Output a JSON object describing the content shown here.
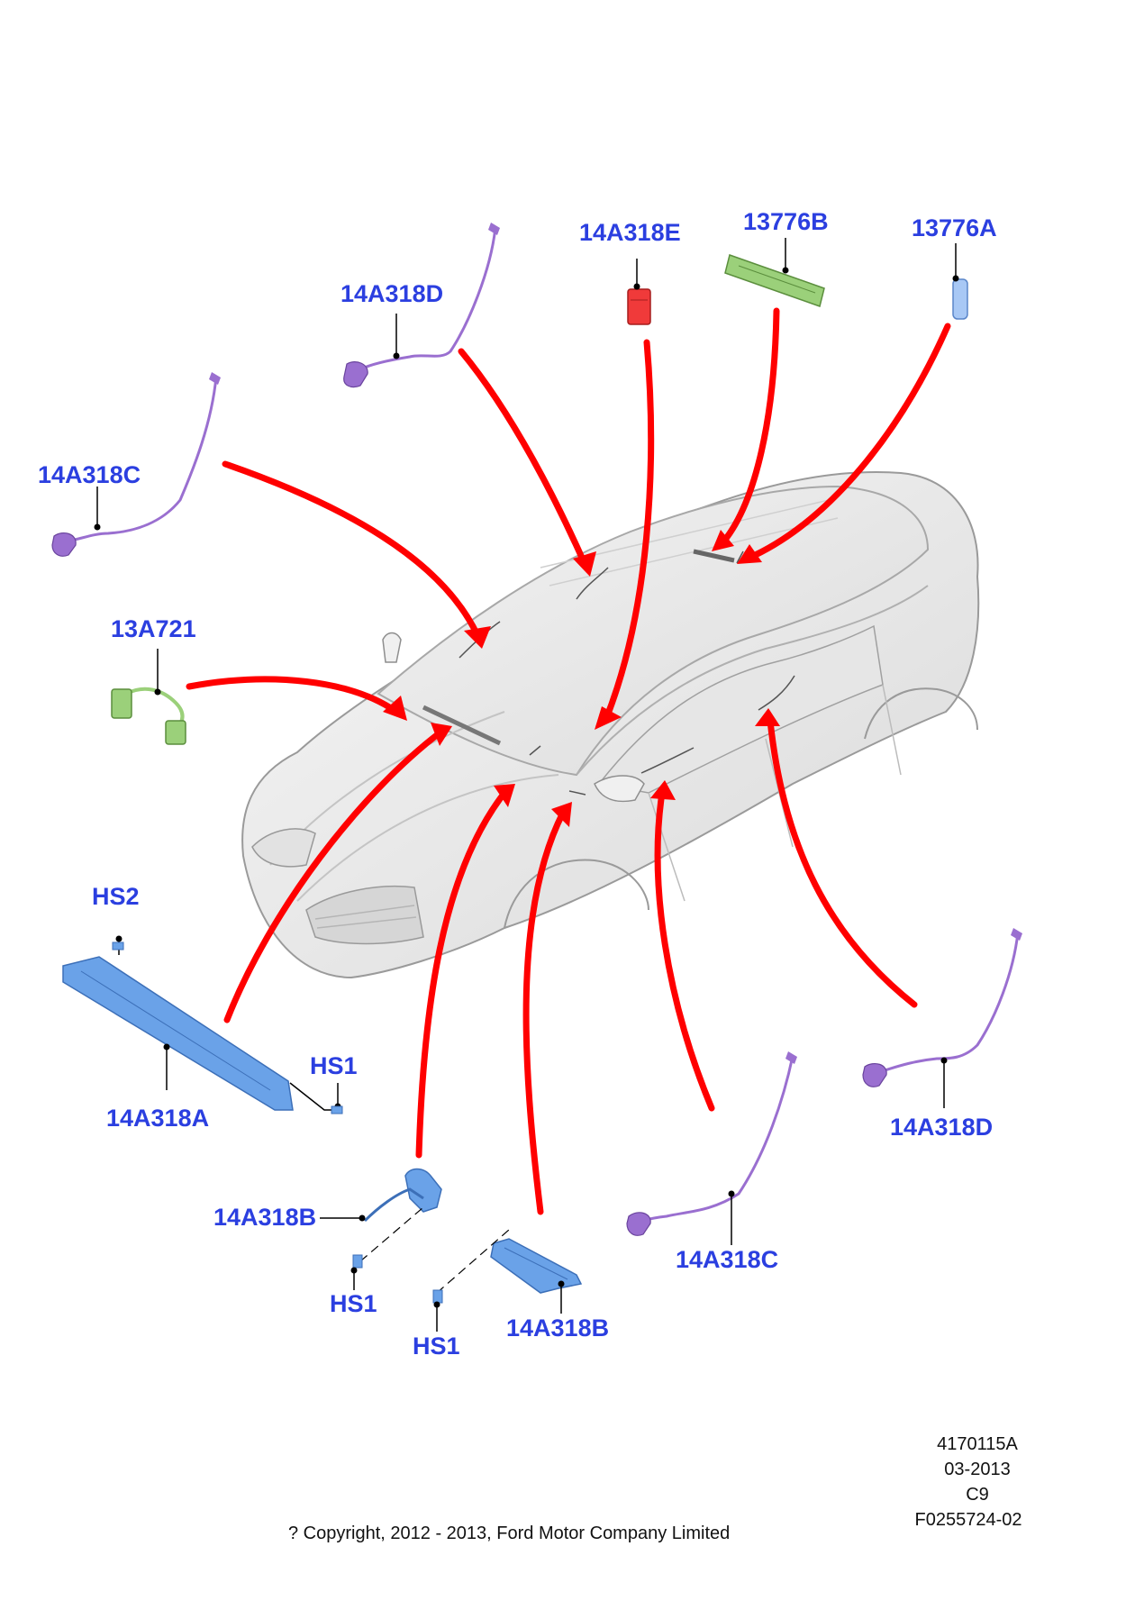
{
  "colors": {
    "callout_text": "#2b3fe0",
    "arrow": "#ff0000",
    "harness_purple": "#9a6fd0",
    "connector_red": "#f03a3a",
    "module_green": "#9bd07a",
    "bracket_blue": "#6aa2e8",
    "car_body": "#ececec"
  },
  "callouts": {
    "p_14A318E": "14A318E",
    "p_13776B": "13776B",
    "p_13776A": "13776A",
    "p_14A318D_top": "14A318D",
    "p_14A318C_left": "14A318C",
    "p_13A721": "13A721",
    "p_HS2": "HS2",
    "p_HS1_a": "HS1",
    "p_14A318A": "14A318A",
    "p_14A318B_left": "14A318B",
    "p_HS1_b": "HS1",
    "p_HS1_c": "HS1",
    "p_14A318B_right": "14A318B",
    "p_14A318C_bottom": "14A318C",
    "p_14A318D_right": "14A318D"
  },
  "meta": {
    "code": "4170115A",
    "date": "03-2013",
    "rev": "C9",
    "figure": "F0255724-02",
    "copyright": "? Copyright, 2012 - 2013, Ford Motor Company Limited"
  }
}
